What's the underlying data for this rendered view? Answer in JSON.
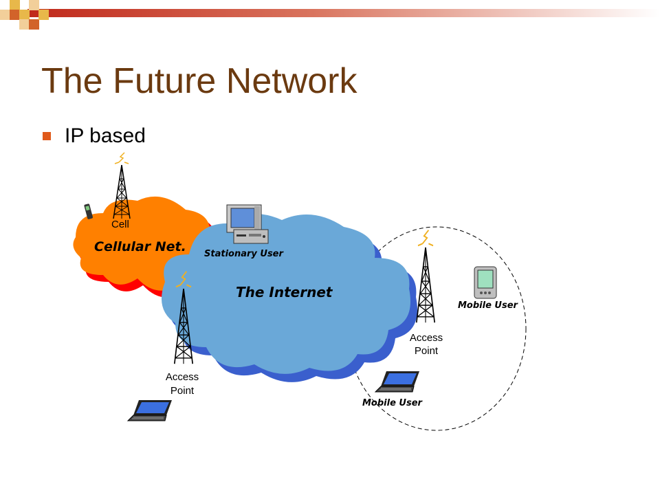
{
  "slide": {
    "title": "The Future Network",
    "bullet": "IP based"
  },
  "diagram": {
    "cellular_label": "Cellular Net.",
    "cell_label": "Cell",
    "internet_label": "The Internet",
    "stationary_user_label": "Stationary User",
    "access_point_left": [
      "Access",
      "Point"
    ],
    "access_point_right": [
      "Access",
      "Point"
    ],
    "mobile_user_pda_label": "Mobile User",
    "mobile_user_laptop_label": "Mobile User"
  },
  "colors": {
    "title": "#6B3A10",
    "bullet": "#E05A1B",
    "cellular_cloud": "#FF8000",
    "cellular_shadow": "#FF0000",
    "internet_cloud": "#6AA8D8",
    "internet_shadow": "#3A5FCD"
  },
  "icons": [
    "tower-icon",
    "laptop-icon",
    "desktop-computer-icon",
    "pda-icon",
    "cell-phone-icon"
  ]
}
